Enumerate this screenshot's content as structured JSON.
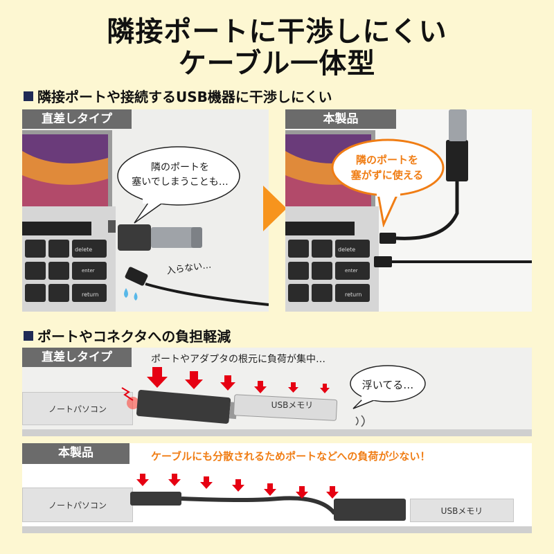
{
  "title": {
    "line1": "隣接ポートに干渉しにくい",
    "line2": "ケーブル一体型"
  },
  "section1": {
    "heading": "隣接ポートや接続するUSB機器に干渉しにくい",
    "left_tag": "直差しタイプ",
    "left_bubble": [
      "隣のポートを",
      "塞いでしまうことも…"
    ],
    "left_note": "入らない…",
    "right_tag": "本製品",
    "right_bubble": [
      "隣のポートを",
      "塞がずに使える"
    ],
    "keys": {
      "delete": "delete",
      "enter": "enter",
      "return": "return"
    }
  },
  "section2": {
    "heading": "ポートやコネクタへの負担軽減",
    "top_tag": "直差しタイプ",
    "top_caption": "ポートやアダプタの根元に負荷が集中…",
    "top_bubble": "浮いてる…",
    "laptop_label": "ノートパソコン",
    "usb_label": "USBメモリ",
    "bottom_tag": "本製品",
    "bottom_caption": "ケーブルにも分散されるためポートなどへの負荷が少ない！"
  },
  "colors": {
    "accent_orange": "#f07d14",
    "arrow_red": "#e60012",
    "navy": "#1f2a55",
    "tag_gray": "#6b6b6b",
    "background": "#fdf7d2"
  }
}
